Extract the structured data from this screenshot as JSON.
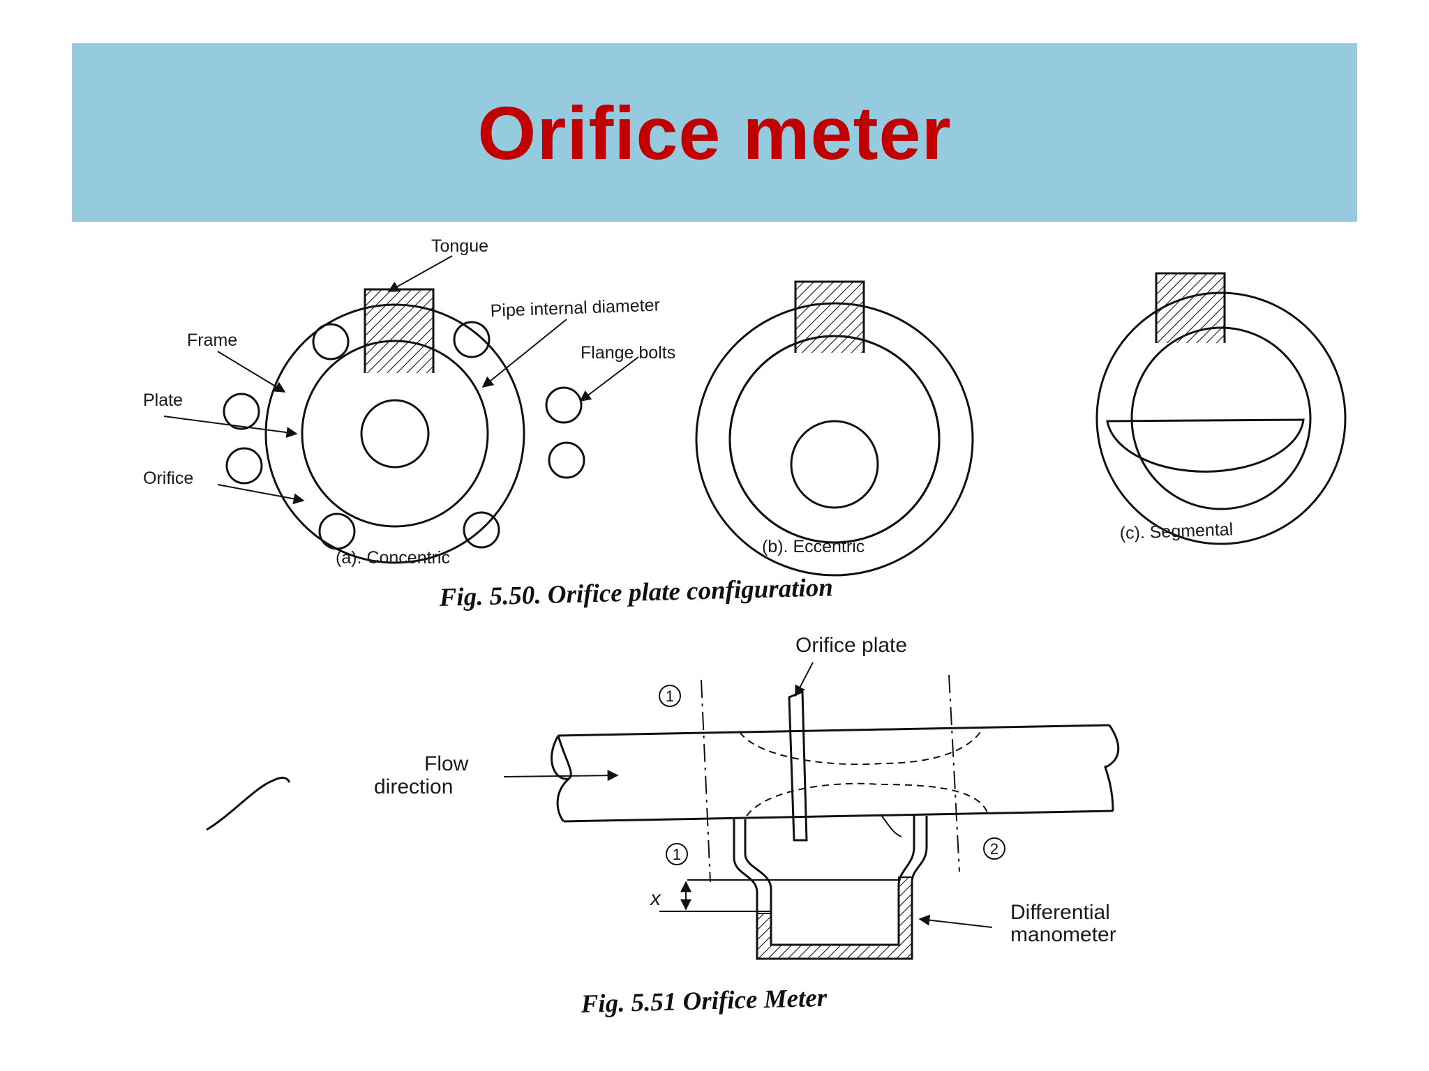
{
  "slide": {
    "title": "Orifice meter"
  },
  "fig_plate": {
    "caption": "Fig.   5.50. Orifice plate configuration",
    "labels": {
      "tongue": "Tongue",
      "pipe_internal_diameter": "Pipe internal diameter",
      "frame": "Frame",
      "flange_bolts": "Flange bolts",
      "plate": "Plate",
      "orifice": "Orifice"
    },
    "sub_captions": {
      "concentric": "(a). Concentric",
      "eccentric": "(b). Eccentric",
      "segmental": "(c). Segmental"
    }
  },
  "fig_meter": {
    "caption": "Fig. 5.51 Orifice Meter",
    "labels": {
      "orifice_plate": "Orifice plate",
      "flow_direction_line1": "Flow",
      "flow_direction_line2": "direction",
      "section_1": "1",
      "section_2": "2",
      "height": "x",
      "differential_manometer_line1": "Differential",
      "differential_manometer_line2": "manometer"
    }
  },
  "colors": {
    "banner": "#96cade",
    "title": "#c00000",
    "ink": "#111111"
  }
}
